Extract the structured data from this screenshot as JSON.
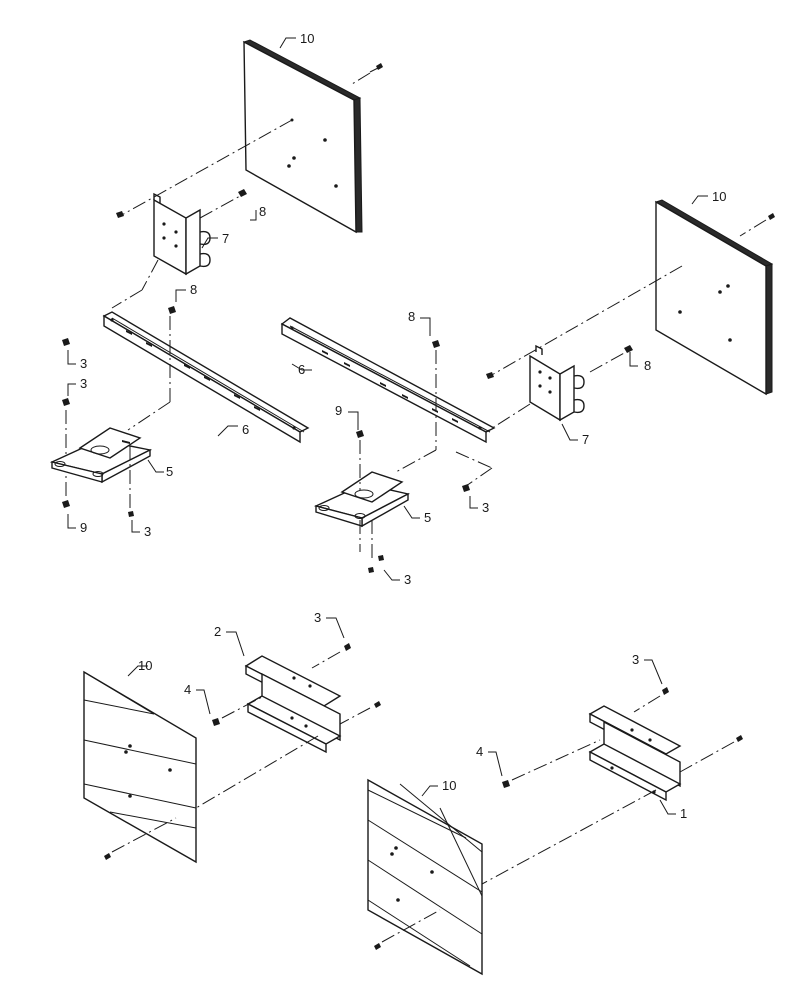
{
  "callouts": {
    "c10_top": "10",
    "c8_a": "8",
    "c7_a": "7",
    "c8_b": "8",
    "c3_a": "3",
    "c3_b": "3",
    "c6_a": "6",
    "c5_a": "5",
    "c9_a": "9",
    "c3_c": "3",
    "c10_right": "10",
    "c8_c": "8",
    "c6_b": "6",
    "c8_d": "8",
    "c7_b": "7",
    "c9_b": "9",
    "c3_d": "3",
    "c5_b": "5",
    "c3_e": "3",
    "c2": "2",
    "c3_f": "3",
    "c4_a": "4",
    "c10_bl": "10",
    "c3_g": "3",
    "c4_b": "4",
    "c1": "1",
    "c10_br": "10"
  }
}
